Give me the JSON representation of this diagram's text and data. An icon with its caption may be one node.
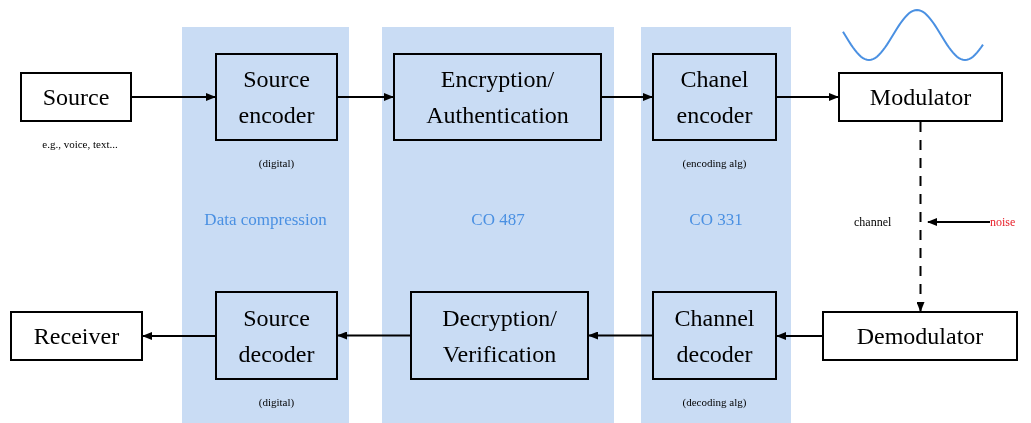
{
  "diagram": {
    "nodes": [
      {
        "text": [
          "Source"
        ],
        "beside": [
          "e.g., voice, text..."
        ]
      },
      {
        "text": [
          "Data compression"
        ]
      },
      {
        "text": [
          "Source encoder"
        ],
        "in": 1,
        "beside": [
          "(digital)"
        ]
      },
      {
        "text": [
          "CO 487"
        ]
      },
      {
        "text": [
          "Encryption/ Authentication"
        ],
        "in": 3
      },
      {
        "text": [
          "CO 331"
        ]
      },
      {
        "text": [
          "Chanel encoder"
        ],
        "in": 5,
        "beside": [
          "(encoding alg)"
        ]
      },
      {
        "text": [
          "Modulator"
        ]
      },
      {
        "text": [
          "noise"
        ]
      },
      {
        "text": [
          "Receiver"
        ]
      },
      {
        "text": [
          "Source decoder"
        ],
        "in": 1,
        "beside": [
          "(digital)"
        ]
      },
      {
        "text": [
          "Decryption/ Verification"
        ],
        "in": 3
      },
      {
        "text": [
          "Channel decoder"
        ],
        "in": 5,
        "beside": [
          "(decoding alg)"
        ]
      },
      {
        "text": [
          "Demodulator"
        ]
      }
    ],
    "edges": [
      {
        "from": 0,
        "to": 2,
        "arrow": "to"
      },
      {
        "from": 2,
        "to": 4,
        "arrow": "to"
      },
      {
        "from": 4,
        "to": 6,
        "arrow": "to"
      },
      {
        "from": 6,
        "to": 7,
        "arrow": "to"
      },
      {
        "from": 7,
        "to": 13,
        "arrow": "to",
        "style": "dashed",
        "label": "channel"
      },
      {
        "from": 8,
        "to": null,
        "arrow": "to"
      },
      {
        "from": 13,
        "to": 12,
        "arrow": "to"
      },
      {
        "from": 12,
        "to": 11,
        "arrow": "to"
      },
      {
        "from": 11,
        "to": 10,
        "arrow": "to"
      },
      {
        "from": 10,
        "to": 9,
        "arrow": "to"
      }
    ]
  }
}
